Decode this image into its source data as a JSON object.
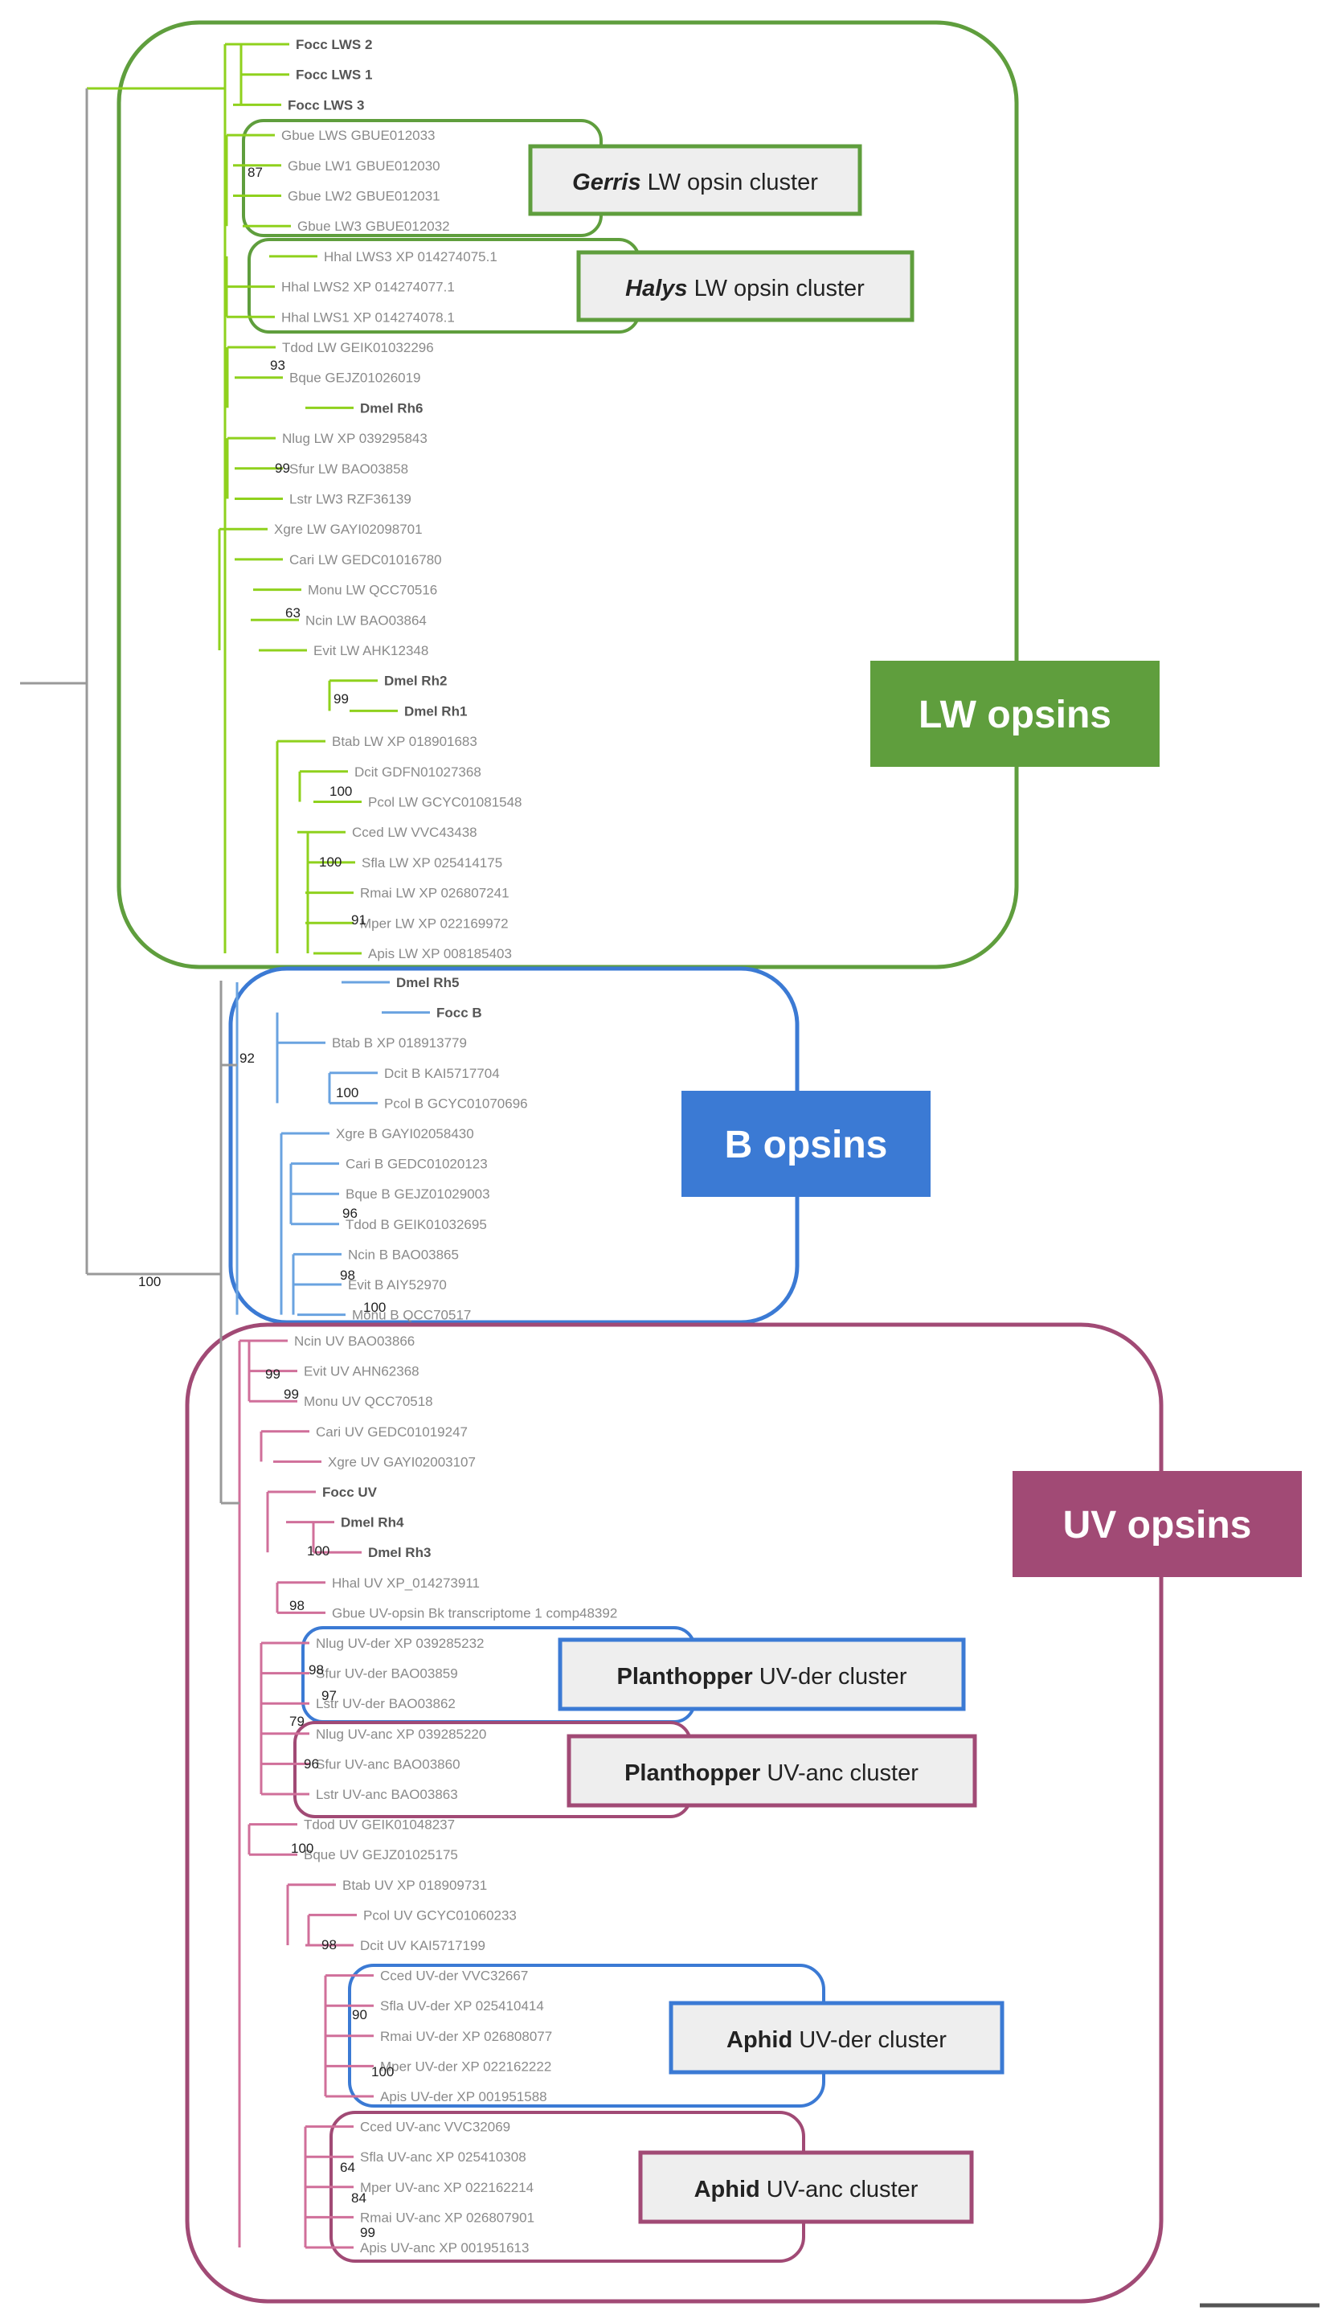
{
  "colors": {
    "lw": "#8fd11d",
    "lw_box": "#5f9e3d",
    "b": "#6aa3e0",
    "b_box": "#3b7ad4",
    "uv": "#d06f9a",
    "uv_box": "#a14a75",
    "root": "#999999"
  },
  "groups": [
    {
      "key": "lw",
      "label": "LW opsins"
    },
    {
      "key": "b",
      "label": "B opsins"
    },
    {
      "key": "uv",
      "label": "UV opsins"
    }
  ],
  "clusters": [
    {
      "key": "gerris",
      "name": "Gerris",
      "rest": " LW opsin cluster",
      "italic": true
    },
    {
      "key": "halys",
      "name": "Halys",
      "rest": " LW opsin cluster",
      "italic": true
    },
    {
      "key": "ph_der",
      "name": "Planthopper",
      "rest": " UV-der cluster",
      "italic": false
    },
    {
      "key": "ph_anc",
      "name": "Planthopper",
      "rest": " UV-anc cluster",
      "italic": false
    },
    {
      "key": "aph_der",
      "name": "Aphid",
      "rest": " UV-der cluster",
      "italic": false
    },
    {
      "key": "aph_anc",
      "name": "Aphid",
      "rest": " UV-anc cluster",
      "italic": false
    }
  ],
  "taxa": {
    "lw": [
      {
        "label": "Focc LWS 2",
        "bold": true
      },
      {
        "label": "Focc LWS 1",
        "bold": true
      },
      {
        "label": "Focc LWS 3",
        "bold": true
      },
      {
        "label": "Gbue LWS GBUE012033"
      },
      {
        "label": "Gbue LW1 GBUE012030"
      },
      {
        "label": "Gbue LW2 GBUE012031"
      },
      {
        "label": "Gbue LW3 GBUE012032"
      },
      {
        "label": "Hhal LWS3 XP 014274075.1"
      },
      {
        "label": "Hhal LWS2 XP 014274077.1"
      },
      {
        "label": "Hhal LWS1 XP 014274078.1"
      },
      {
        "label": "Tdod LW GEIK01032296"
      },
      {
        "label": "Bque GEJZ01026019"
      },
      {
        "label": "Dmel Rh6",
        "bold": true
      },
      {
        "label": "Nlug LW XP 039295843"
      },
      {
        "label": "Sfur LW BAO03858"
      },
      {
        "label": "Lstr LW3 RZF36139"
      },
      {
        "label": "Xgre LW GAYI02098701"
      },
      {
        "label": "Cari LW GEDC01016780"
      },
      {
        "label": "Monu LW QCC70516"
      },
      {
        "label": "Ncin LW BAO03864"
      },
      {
        "label": "Evit LW AHK12348"
      },
      {
        "label": "Dmel Rh2",
        "bold": true
      },
      {
        "label": "Dmel Rh1",
        "bold": true
      },
      {
        "label": "Btab LW XP 018901683"
      },
      {
        "label": "Dcit GDFN01027368"
      },
      {
        "label": "Pcol LW GCYC01081548"
      },
      {
        "label": "Cced LW VVC43438"
      },
      {
        "label": "Sfla LW XP 025414175"
      },
      {
        "label": "Rmai LW XP 026807241"
      },
      {
        "label": "Mper LW XP 022169972"
      },
      {
        "label": "Apis LW XP 008185403"
      }
    ],
    "b": [
      {
        "label": "Dmel Rh5",
        "bold": true
      },
      {
        "label": "Focc B",
        "bold": true
      },
      {
        "label": "Btab B XP 018913779"
      },
      {
        "label": "Dcit B KAI5717704"
      },
      {
        "label": "Pcol B GCYC01070696"
      },
      {
        "label": "Xgre B GAYI02058430"
      },
      {
        "label": "Cari B GEDC01020123"
      },
      {
        "label": "Bque B GEJZ01029003"
      },
      {
        "label": "Tdod B GEIK01032695"
      },
      {
        "label": "Ncin B BAO03865"
      },
      {
        "label": "Evit B AIY52970"
      },
      {
        "label": "Monu B QCC70517"
      }
    ],
    "uv": [
      {
        "label": "Ncin UV BAO03866"
      },
      {
        "label": "Evit UV AHN62368"
      },
      {
        "label": "Monu UV QCC70518"
      },
      {
        "label": "Cari UV GEDC01019247"
      },
      {
        "label": "Xgre UV GAYI02003107"
      },
      {
        "label": "Focc UV",
        "bold": true
      },
      {
        "label": "Dmel Rh4",
        "bold": true
      },
      {
        "label": "Dmel Rh3",
        "bold": true
      },
      {
        "label": "Hhal UV XP_014273911"
      },
      {
        "label": "Gbue UV-opsin Bk transcriptome 1 comp48392"
      },
      {
        "label": "Nlug UV-der XP 039285232"
      },
      {
        "label": "Sfur UV-der BAO03859"
      },
      {
        "label": "Lstr UV-der BAO03862"
      },
      {
        "label": "Nlug UV-anc XP 039285220"
      },
      {
        "label": "Sfur UV-anc BAO03860"
      },
      {
        "label": "Lstr UV-anc BAO03863"
      },
      {
        "label": "Tdod UV GEIK01048237"
      },
      {
        "label": "Bque UV GEJZ01025175"
      },
      {
        "label": "Btab UV XP 018909731"
      },
      {
        "label": "Pcol UV GCYC01060233"
      },
      {
        "label": "Dcit UV KAI5717199"
      },
      {
        "label": "Cced UV-der VVC32667"
      },
      {
        "label": "Sfla UV-der XP 025410414"
      },
      {
        "label": "Rmai UV-der XP 026808077"
      },
      {
        "label": "Mper UV-der XP 022162222"
      },
      {
        "label": "Apis UV-der XP 001951588"
      },
      {
        "label": "Cced UV-anc VVC32069"
      },
      {
        "label": "Sfla UV-anc XP 025410308"
      },
      {
        "label": "Mper UV-anc XP 022162214"
      },
      {
        "label": "Rmai UV-anc XP 026807901"
      },
      {
        "label": "Apis UV-anc XP 001951613"
      }
    ]
  },
  "support": [
    {
      "key": "gerris",
      "value": "87"
    },
    {
      "key": "lw_a",
      "value": "93"
    },
    {
      "key": "lw_b",
      "value": "99"
    },
    {
      "key": "lw_c",
      "value": "63"
    },
    {
      "key": "dmel_rh12",
      "value": "99"
    },
    {
      "key": "dcit_pcol",
      "value": "100"
    },
    {
      "key": "aph_lw",
      "value": "100"
    },
    {
      "key": "aph_lw2",
      "value": "91"
    },
    {
      "key": "b_root",
      "value": "92"
    },
    {
      "key": "b_dcit",
      "value": "100"
    },
    {
      "key": "b_bque",
      "value": "96"
    },
    {
      "key": "b_ncin",
      "value": "98"
    },
    {
      "key": "b_monu",
      "value": "100"
    },
    {
      "key": "root",
      "value": "100"
    },
    {
      "key": "uv_a",
      "value": "99"
    },
    {
      "key": "uv_b",
      "value": "99"
    },
    {
      "key": "uv_dmel",
      "value": "100"
    },
    {
      "key": "uv_c",
      "value": "98"
    },
    {
      "key": "ph_der_a",
      "value": "98"
    },
    {
      "key": "ph_der_b",
      "value": "97"
    },
    {
      "key": "ph_n",
      "value": "79"
    },
    {
      "key": "ph_anc",
      "value": "96"
    },
    {
      "key": "uv_d",
      "value": "100"
    },
    {
      "key": "uv_e",
      "value": "98"
    },
    {
      "key": "aph_der",
      "value": "90"
    },
    {
      "key": "aph_der2",
      "value": "100"
    },
    {
      "key": "aph_anc",
      "value": "64"
    },
    {
      "key": "aph_anc2",
      "value": "84"
    },
    {
      "key": "aph_anc3",
      "value": "99"
    }
  ]
}
